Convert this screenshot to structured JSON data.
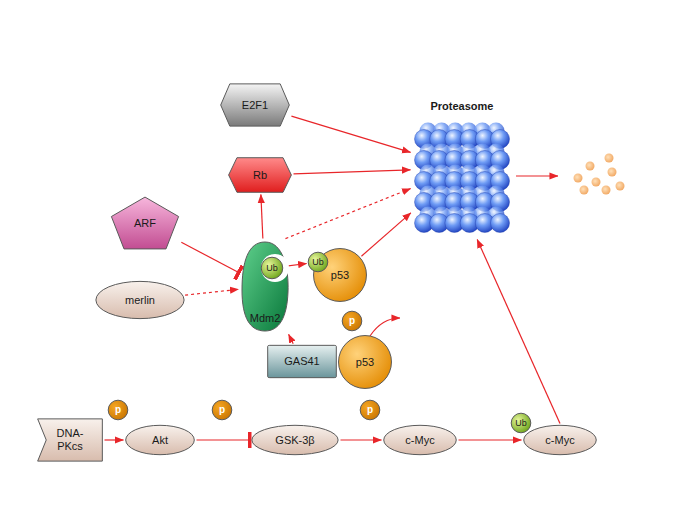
{
  "diagram": {
    "nodes": [
      {
        "text": [
          "E2F1"
        ]
      },
      {
        "text": [
          "Proteasome"
        ]
      },
      {
        "text": [
          "ARF"
        ]
      },
      {
        "text": [
          "Rb"
        ]
      },
      {
        "text": [
          "Mdm2"
        ]
      },
      {
        "text": [
          "Ub"
        ],
        "in": 4
      },
      {
        "text": [
          "p53"
        ]
      },
      {
        "text": [
          "Ub"
        ],
        "in": 6
      },
      {
        "text": [
          "merlin"
        ]
      },
      {
        "text": [
          "p"
        ]
      },
      {
        "text": [
          "GAS41"
        ]
      },
      {
        "text": [
          "p53"
        ]
      },
      {
        "text": [
          "DNA-PKcs"
        ]
      },
      {
        "text": [
          "p"
        ]
      },
      {
        "text": [
          "Akt"
        ]
      },
      {
        "text": [
          "p"
        ]
      },
      {
        "text": [
          "GSK-3β"
        ]
      },
      {
        "text": [
          "p"
        ]
      },
      {
        "text": [
          "c-Myc"
        ]
      },
      {
        "text": [
          "c-Myc"
        ]
      },
      {
        "text": [
          "Ub"
        ],
        "in": 19
      }
    ],
    "edges": [
      {
        "from": 0,
        "to": 1,
        "arrow": "to"
      },
      {
        "from": 3,
        "to": 1,
        "arrow": "to"
      },
      {
        "from": 4,
        "to": 1,
        "arrow": "to"
      },
      {
        "from": 6,
        "to": 1,
        "arrow": "to"
      },
      {
        "from": 2,
        "to": 4,
        "arrow": "to"
      },
      {
        "from": 8,
        "to": 4,
        "arrow": "to"
      },
      {
        "from": 4,
        "to": 3,
        "arrow": "to"
      },
      {
        "from": 5,
        "to": 7,
        "arrow": "to"
      },
      {
        "from": 10,
        "to": 4,
        "arrow": "to"
      },
      {
        "from": 19,
        "to": 1,
        "arrow": "to"
      },
      {
        "from": 12,
        "to": 14,
        "arrow": "to"
      },
      {
        "from": 14,
        "to": 16,
        "arrow": "to"
      },
      {
        "from": 16,
        "to": 18,
        "arrow": "to"
      },
      {
        "from": 18,
        "to": 19,
        "arrow": "to"
      }
    ]
  }
}
